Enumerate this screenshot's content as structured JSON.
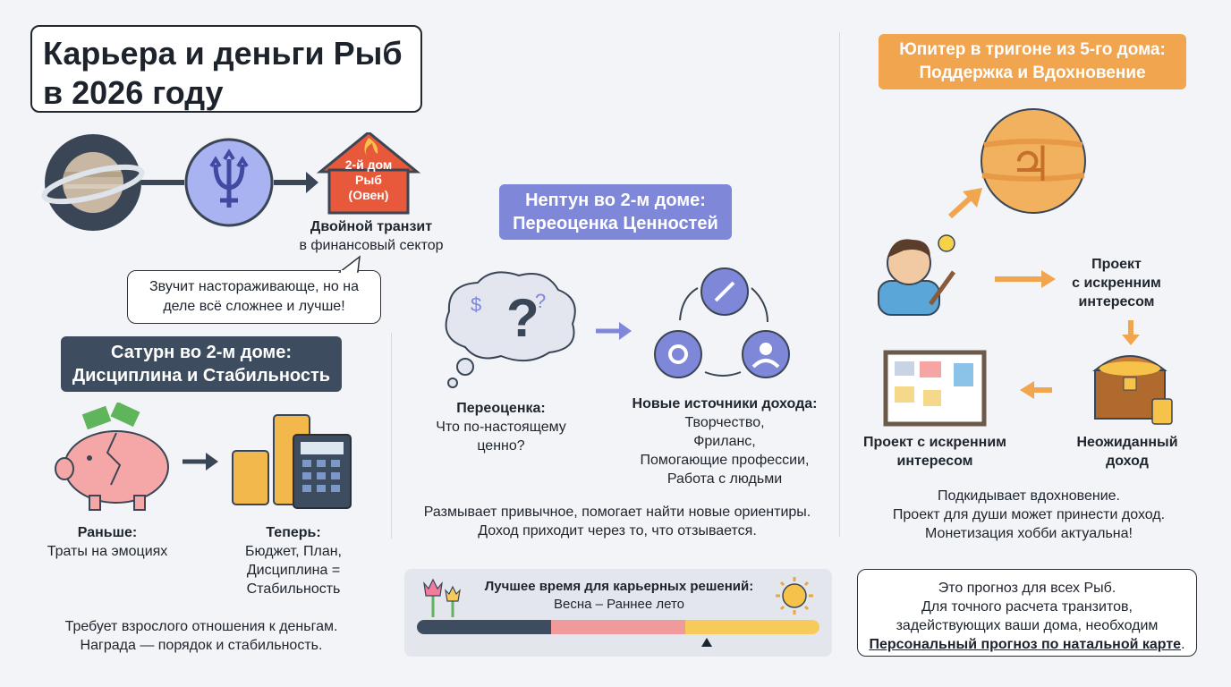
{
  "title": {
    "line1": "Карьера и деньги Рыб",
    "line2": "в 2026 году"
  },
  "transit": {
    "house_label": [
      "2-й дом",
      "Рыб",
      "(Овен)"
    ],
    "caption_bold": "Двойной транзит",
    "caption": "в финансовый сектор",
    "bubble": [
      "Звучит настораживающе, но на",
      "деле всё сложнее и лучше!"
    ]
  },
  "saturn": {
    "heading": [
      "Сатурн во 2-м доме:",
      "Дисциплина и Стабильность"
    ],
    "before_title": "Раньше:",
    "before_text": "Траты на эмоциях",
    "now_title": "Теперь:",
    "now_text": [
      "Бюджет, План,",
      "Дисциплина =",
      "Стабильность"
    ],
    "summary": [
      "Требует взрослого отношения к деньгам.",
      "Награда — порядок и стабильность."
    ]
  },
  "neptune": {
    "heading": [
      "Нептун во 2-м доме:",
      "Переоценка Ценностей"
    ],
    "reeval_title": "Переоценка:",
    "reeval_text": [
      "Что по-настоящему",
      "ценно?"
    ],
    "sources_title": "Новые источники дохода:",
    "sources": [
      "Творчество,",
      "Фриланс,",
      "Помогающие профессии,",
      "Работа с людьми"
    ],
    "summary": [
      "Размывает привычное, помогает найти новые ориентиры.",
      "Доход приходит через то, что отзывается."
    ]
  },
  "timing": {
    "title": "Лучшее время для карьерных решений:",
    "value": "Весна – Раннее лето",
    "colors": [
      "#3d4c5e",
      "#f19a9c",
      "#f6cb5c"
    ],
    "marker_segment": 2
  },
  "jupiter": {
    "heading": [
      "Юпитер в тригоне из 5-го дома:",
      "Поддержка и Вдохновение"
    ],
    "project_right": [
      "Проект",
      "с искренним",
      "интересом"
    ],
    "income": [
      "Неожиданный",
      "доход"
    ],
    "project_left": [
      "Проект с искренним",
      "интересом"
    ],
    "summary": [
      "Подкидывает вдохновение.",
      "Проект для души может принести доход.",
      "Монетизация хобби актуальна!"
    ]
  },
  "disclaimer": {
    "lines": [
      "Это прогноз для всех Рыб.",
      "Для точного расчета транзитов,",
      "задействующих ваши дома, необходим"
    ],
    "link": "Персональный прогноз по натальной карте",
    "end": "."
  },
  "colors": {
    "accent_orange": "#f1a54f",
    "accent_purple": "#7e87d8",
    "dark_slate": "#3d4c5e"
  }
}
